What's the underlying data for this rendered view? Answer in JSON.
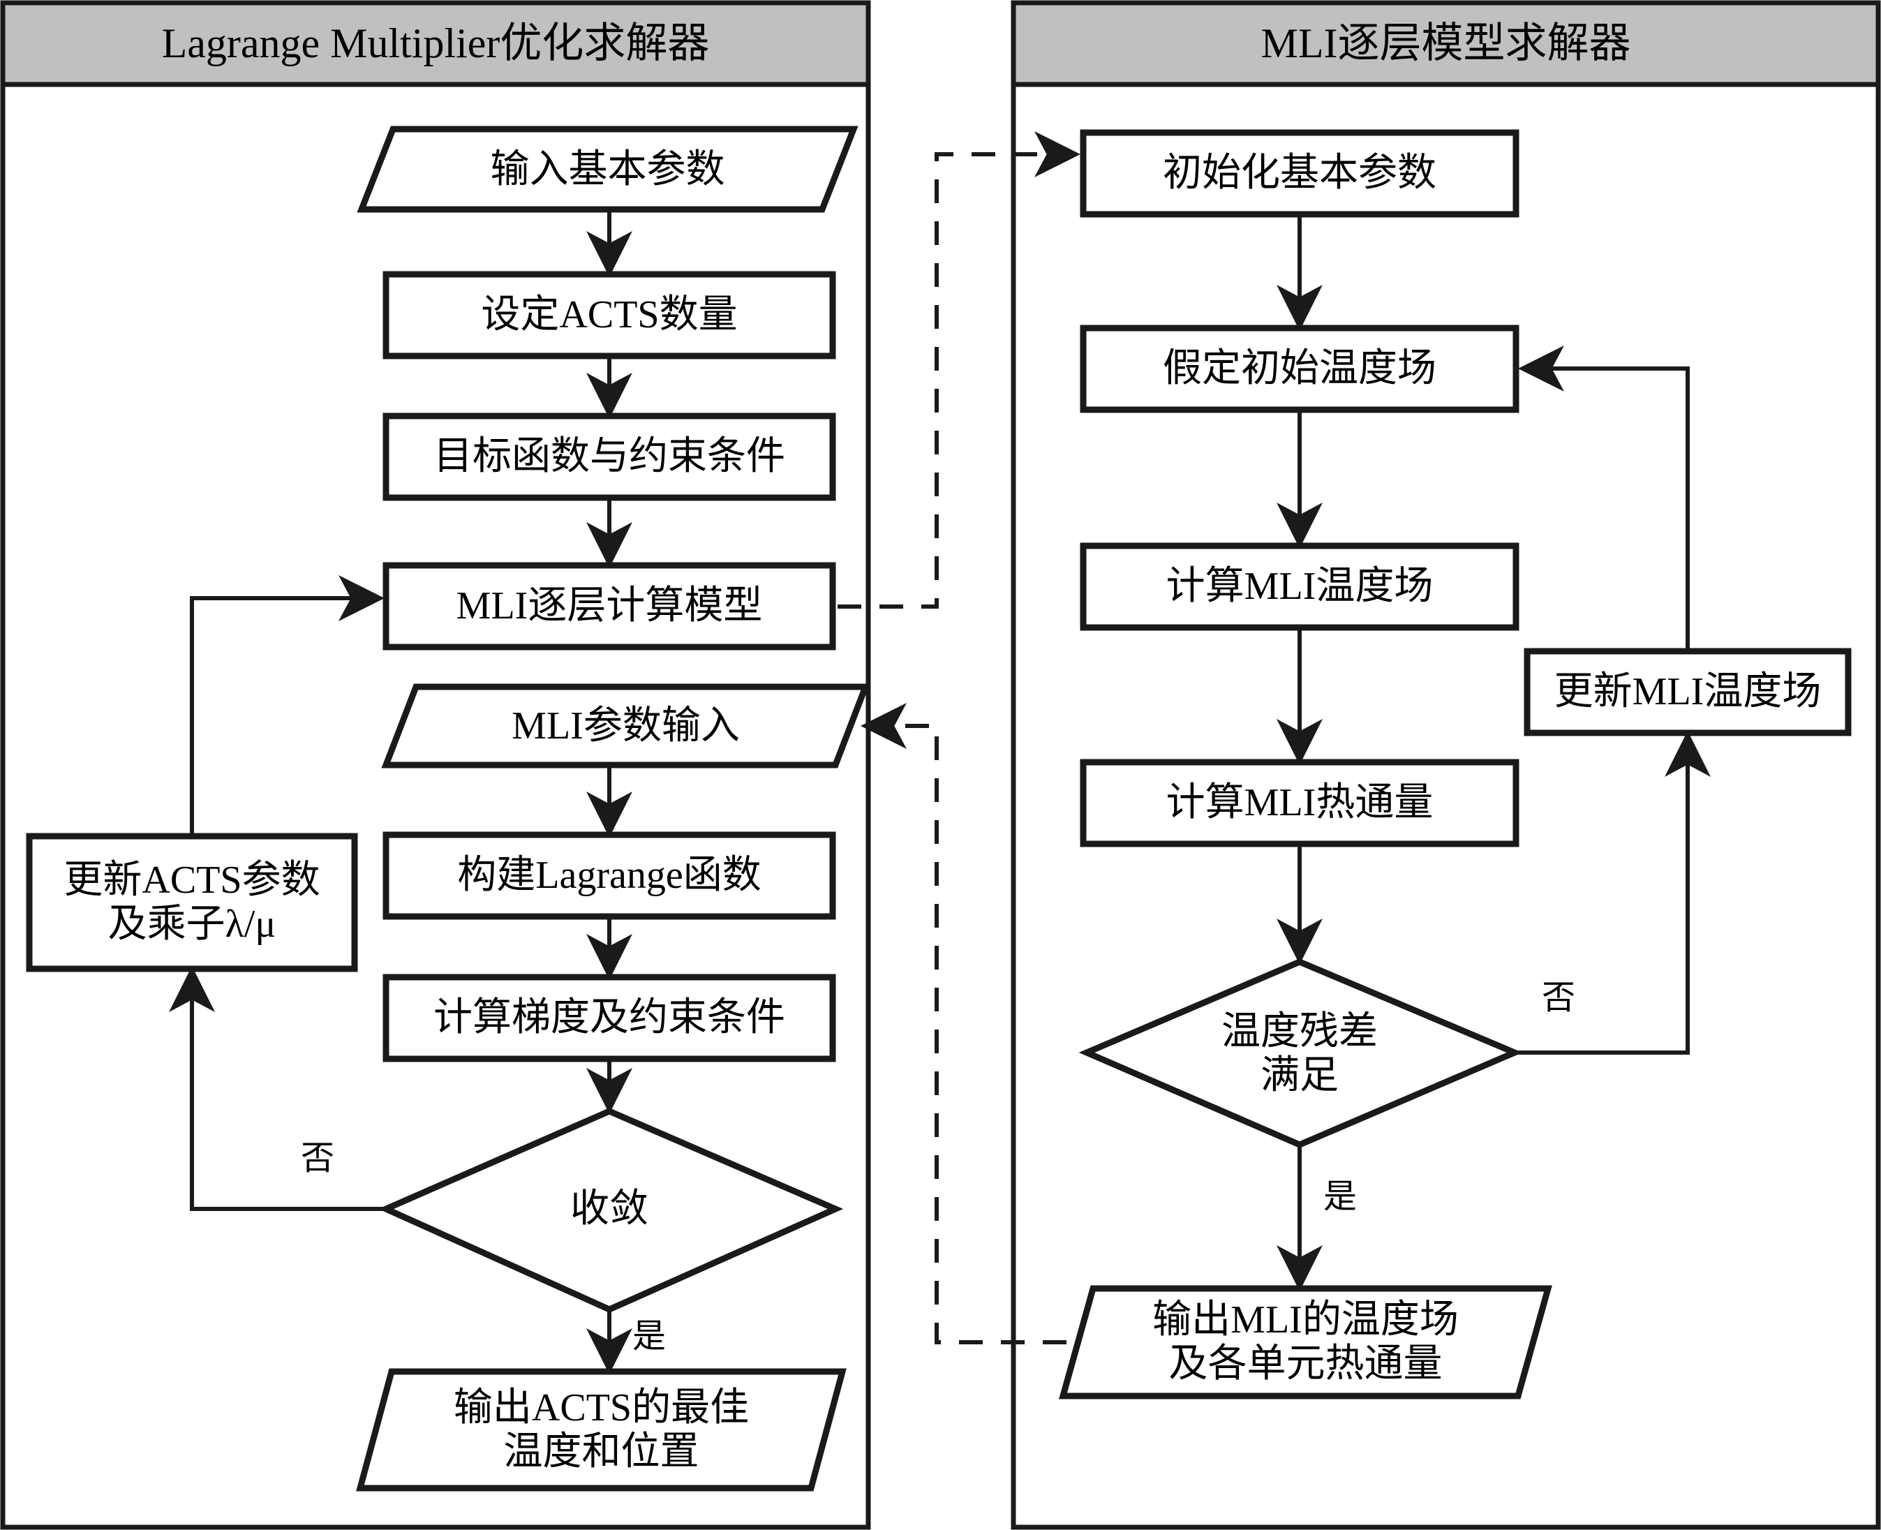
{
  "diagram": {
    "type": "flowchart",
    "title": "MLI / Lagrange Multiplier coupled solver flowchart",
    "colors": {
      "panel_header_fill": "#c0c0c0",
      "stroke": "#1a1a1a",
      "node_fill": "#ffffff",
      "background": "#ffffff"
    }
  },
  "panels": [
    {
      "id": "left",
      "title": "Lagrange Multiplier优化求解器"
    },
    {
      "id": "right",
      "title": "MLI逐层模型求解器"
    }
  ],
  "left_panel": {
    "nodes": [
      {
        "id": "l1",
        "shape": "parallelogram",
        "text": "输入基本参数"
      },
      {
        "id": "l2",
        "shape": "rect",
        "text": "设定ACTS数量"
      },
      {
        "id": "l3",
        "shape": "rect",
        "text": "目标函数与约束条件"
      },
      {
        "id": "l4",
        "shape": "rect",
        "text": "MLI逐层计算模型"
      },
      {
        "id": "l5",
        "shape": "parallelogram",
        "text": "MLI参数输入"
      },
      {
        "id": "l6",
        "shape": "rect",
        "text": "构建Lagrange函数"
      },
      {
        "id": "l7",
        "shape": "rect",
        "text": "计算梯度及约束条件"
      },
      {
        "id": "l8",
        "shape": "diamond",
        "text": "收敛"
      },
      {
        "id": "l9",
        "shape": "parallelogram",
        "text": "输出ACTS的最佳\n温度和位置"
      },
      {
        "id": "l10",
        "shape": "rect",
        "text": "更新ACTS参数\n及乘子λ/μ"
      }
    ],
    "edge_labels": [
      {
        "id": "l-no",
        "text": "否"
      },
      {
        "id": "l-yes",
        "text": "是"
      }
    ]
  },
  "right_panel": {
    "nodes": [
      {
        "id": "r1",
        "shape": "rect",
        "text": "初始化基本参数"
      },
      {
        "id": "r2",
        "shape": "rect",
        "text": "假定初始温度场"
      },
      {
        "id": "r3",
        "shape": "rect",
        "text": "计算MLI温度场"
      },
      {
        "id": "r4",
        "shape": "rect",
        "text": "计算MLI热通量"
      },
      {
        "id": "r5",
        "shape": "diamond",
        "text": "温度残差\n满足"
      },
      {
        "id": "r6",
        "shape": "parallelogram",
        "text": "输出MLI的温度场\n及各单元热通量"
      },
      {
        "id": "r7",
        "shape": "rect",
        "text": "更新MLI温度场"
      }
    ],
    "edge_labels": [
      {
        "id": "r-no",
        "text": "否"
      },
      {
        "id": "r-yes",
        "text": "是"
      }
    ]
  }
}
